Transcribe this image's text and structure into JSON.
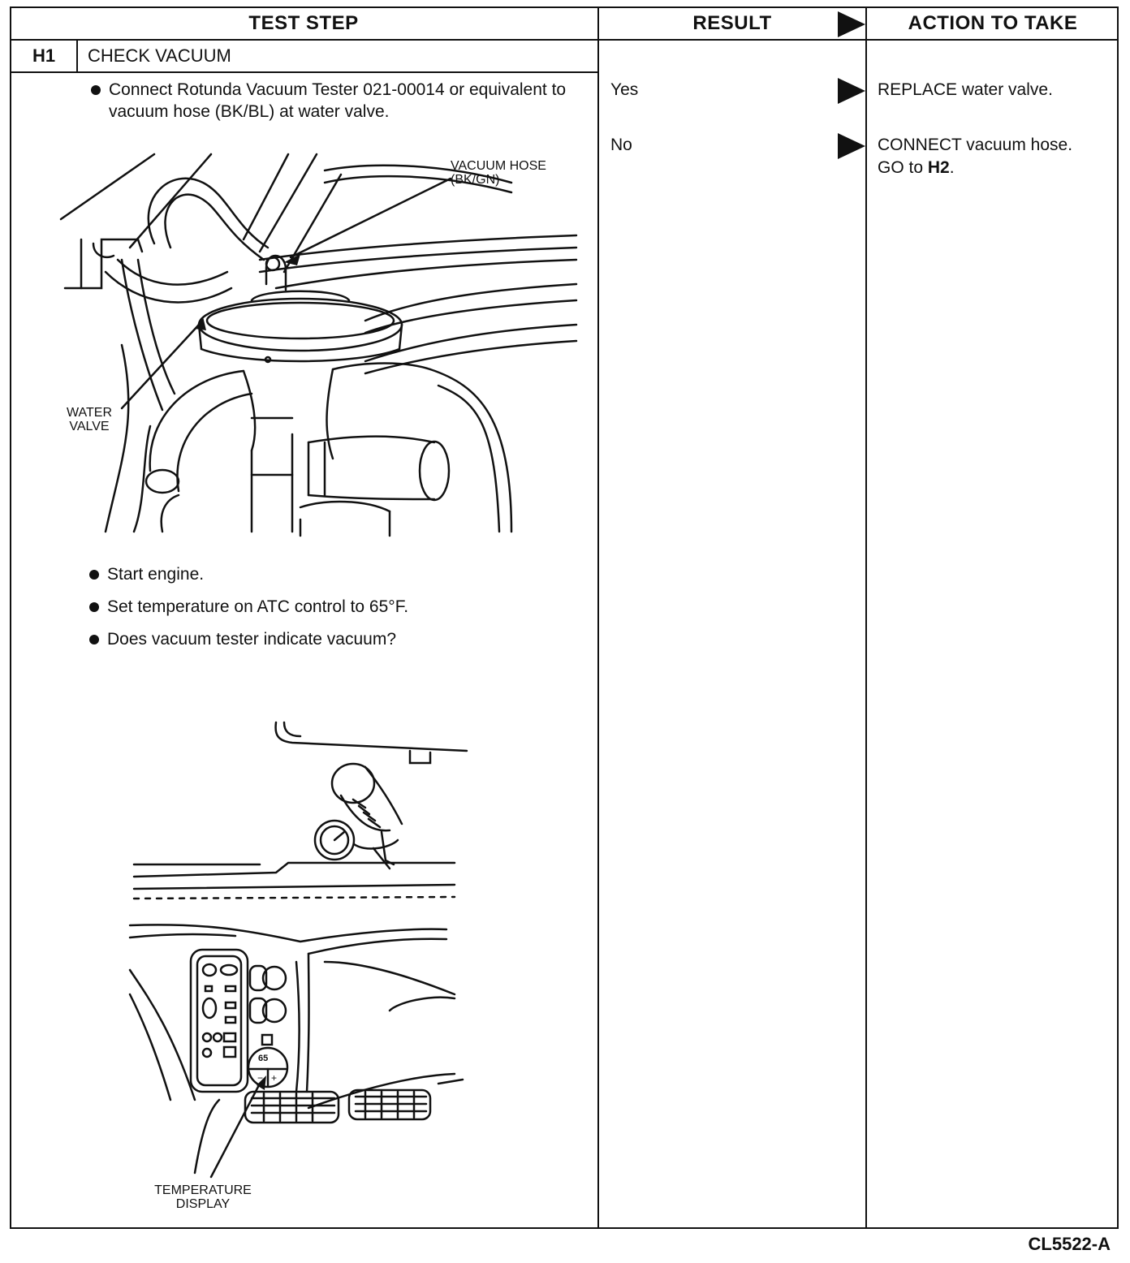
{
  "header": {
    "test_step": "TEST STEP",
    "result": "RESULT",
    "action": "ACTION TO TAKE"
  },
  "step": {
    "id": "H1",
    "title": "CHECK VACUUM",
    "bullet_connect": "Connect Rotunda Vacuum Tester 021-00014 or equivalent to vacuum hose (BK/BL) at water valve.",
    "bullet_start": "Start engine.",
    "bullet_set": "Set temperature on ATC control to 65°F.",
    "bullet_question": "Does vacuum tester indicate vacuum?"
  },
  "figure1": {
    "label_vacuum_hose_1": "VACUUM HOSE",
    "label_vacuum_hose_2": "(BK/GN)",
    "label_water_valve_1": "WATER",
    "label_water_valve_2": "VALVE"
  },
  "figure2": {
    "label_temp_1": "TEMPERATURE",
    "label_temp_2": "DISPLAY",
    "display_value": "65"
  },
  "results": [
    {
      "result": "Yes",
      "action_prefix": "REPLACE water valve.",
      "action_bold": "",
      "action_suffix": ""
    },
    {
      "result": "No",
      "action_prefix": "CONNECT vacuum hose. GO to ",
      "action_bold": "H2",
      "action_suffix": "."
    }
  ],
  "figure_code": "CL5522-A",
  "icons": {
    "arrow": "play-arrow-icon"
  }
}
